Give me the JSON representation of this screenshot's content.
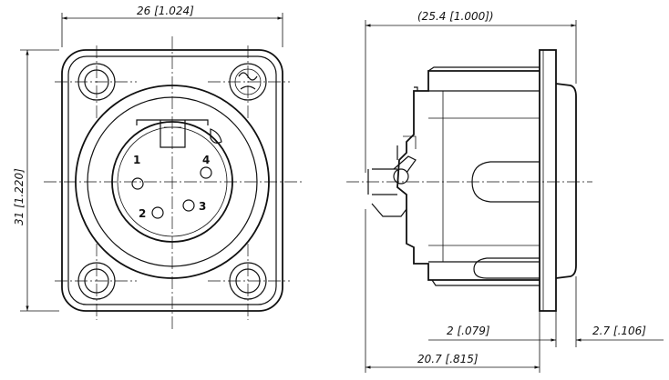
{
  "dimensions": {
    "front_width": "26 [1.024]",
    "front_height": "31 [1.220]",
    "side_overall": "(25.4 [1.000])",
    "flange_thickness": "2 [.079]",
    "front_projection": "2.7 [.106]",
    "rear_depth": "20.7 [.815]"
  },
  "pins": {
    "p1": "1",
    "p2": "2",
    "p3": "3",
    "p4": "4"
  }
}
